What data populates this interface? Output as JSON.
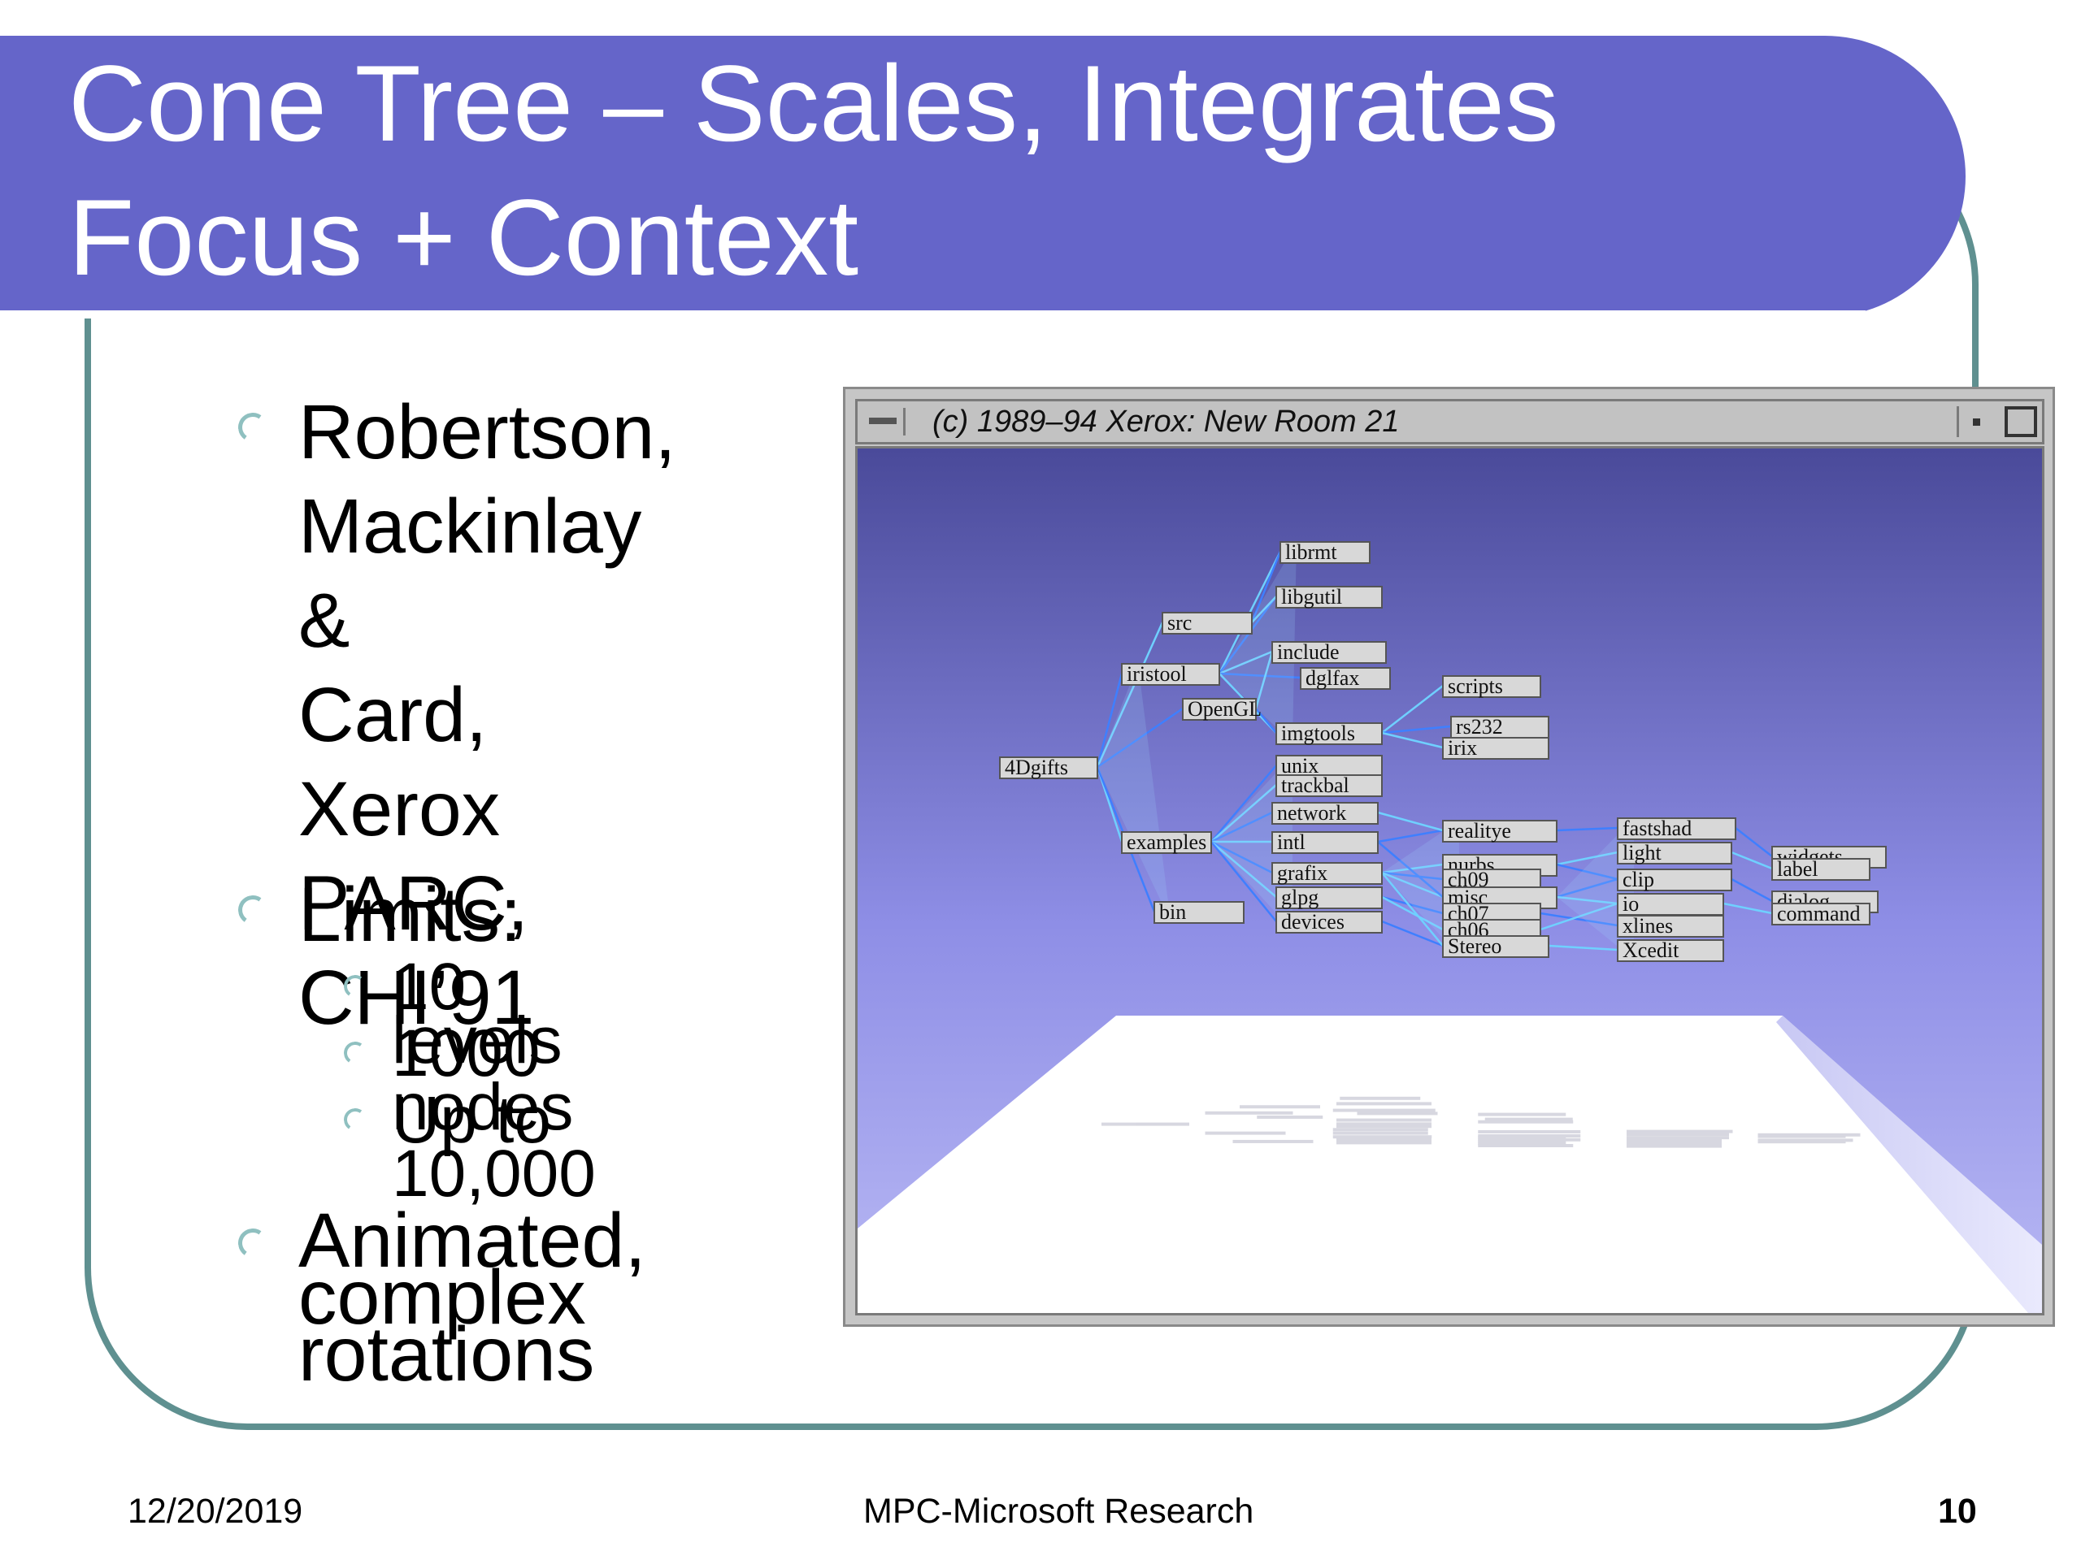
{
  "slide": {
    "title_line1": "Cone Tree – Scales, Integrates",
    "title_line2": "Focus + Context",
    "bullets": [
      {
        "level": 1,
        "lines": [
          "Robertson,",
          "Mackinlay &",
          "Card, Xerox",
          "PARC,",
          "CHI’91"
        ]
      },
      {
        "level": 1,
        "lines": [
          "Limits:"
        ]
      },
      {
        "level": 2,
        "lines": [
          "10 levels"
        ]
      },
      {
        "level": 2,
        "lines": [
          "1000 nodes"
        ]
      },
      {
        "level": 2,
        "lines": [
          "Up to",
          "10,000"
        ]
      },
      {
        "level": 1,
        "lines": [
          "Animated,",
          "complex",
          "rotations"
        ]
      }
    ],
    "footer": {
      "date": "12/20/2019",
      "center": "MPC-Microsoft Research",
      "page": "10"
    }
  },
  "window": {
    "title": "(c) 1989–94 Xerox:    New Room 21",
    "nodes": [
      "4Dgifts",
      "iristool",
      "src",
      "OpenGL",
      "examples",
      "bin",
      "librmt",
      "libgutil",
      "include",
      "dglfax",
      "imgtools",
      "unix",
      "trackbal",
      "network",
      "intl",
      "grafix",
      "glpg",
      "devices",
      "scripts",
      "rs232",
      "irix",
      "realitye",
      "nurbs",
      "ch09",
      "misc",
      "ch07",
      "ch06",
      "Stereo",
      "fastshad",
      "light",
      "clip",
      "io",
      "xlines",
      "Xcedit",
      "widgets",
      "label",
      "dialog",
      "command"
    ]
  },
  "colors": {
    "title_bar": "#6565c9",
    "frame": "#5f9090",
    "bullet": "#8fc0c0"
  }
}
